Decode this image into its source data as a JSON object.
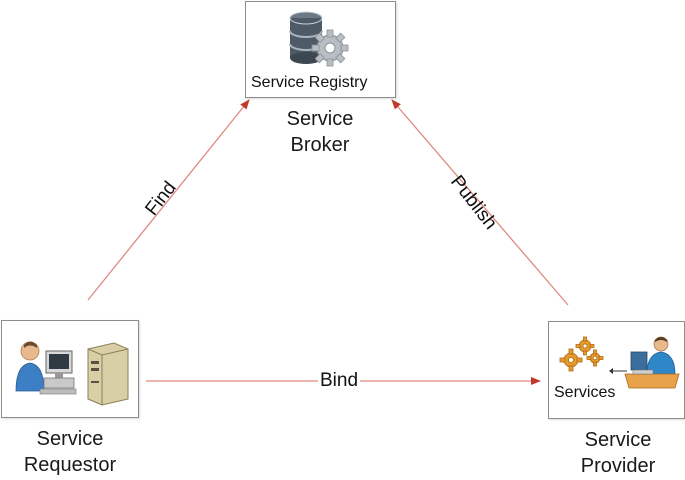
{
  "nodes": {
    "broker": {
      "box_label": "Service Registry",
      "caption": [
        "Service",
        "Broker"
      ]
    },
    "requestor": {
      "caption": [
        "Service",
        "Requestor"
      ]
    },
    "provider": {
      "box_label": "Services",
      "caption": [
        "Service",
        "Provider"
      ]
    }
  },
  "edges": {
    "find": "Find",
    "publish": "Publish",
    "bind": "Bind"
  },
  "colors": {
    "arrow": "#c0392b",
    "box_border": "#8c8c8c"
  },
  "icons": {
    "broker": "database-gear-icon",
    "requestor": [
      "user-at-computer-icon",
      "server-tower-icon"
    ],
    "provider": [
      "gears-icon",
      "operator-at-desk-icon"
    ]
  }
}
